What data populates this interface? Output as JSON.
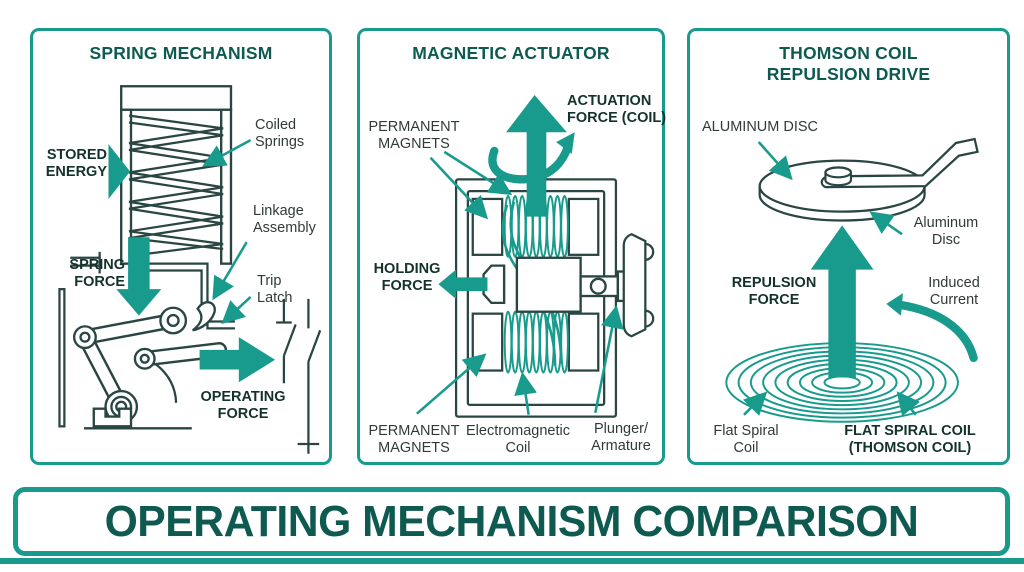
{
  "colors": {
    "accent_teal": "#189B8D",
    "title_dark_teal": "#0E5A50",
    "label_gray": "#303B39",
    "bold_label": "#14322C",
    "outline": "#2A4643",
    "background": "#FFFFFF"
  },
  "banner": {
    "title": "OPERATING MECHANISM COMPARISON"
  },
  "panels": {
    "spring": {
      "title": "SPRING MECHANISM",
      "labels": {
        "stored_energy": "STORED\nENERGY",
        "coiled_springs": "Coiled\nSprings",
        "linkage_assembly": "Linkage\nAssembly",
        "spring_force": "SPRING\nFORCE",
        "trip_latch": "Trip\nLatch",
        "operating_force": "OPERATING\nFORCE"
      }
    },
    "magnetic": {
      "title": "MAGNETIC ACTUATOR",
      "labels": {
        "actuation_force": "ACTUATION\nFORCE (COIL)",
        "permanent_magnets_top": "PERMANENT\nMAGNETS",
        "holding_force": "HOLDING\nFORCE",
        "permanent_magnets_bottom": "PERMANENT\nMAGNETS",
        "electromagnetic_coil": "Electromagnetic\nCoil",
        "plunger_armature": "Plunger/\nArmature"
      }
    },
    "thomson": {
      "title": "THOMSON COIL\nREPULSION DRIVE",
      "labels": {
        "aluminum_disc_top": "ALUMINUM DISC",
        "aluminum_disc_right": "Aluminum\nDisc",
        "repulsion_force": "REPULSION\nFORCE",
        "induced_current": "Induced\nCurrent",
        "flat_spiral_coil": "Flat Spiral\nCoil",
        "flat_spiral_coil_bold": "FLAT SPIRAL COIL\n(THOMSON COIL)"
      }
    }
  }
}
